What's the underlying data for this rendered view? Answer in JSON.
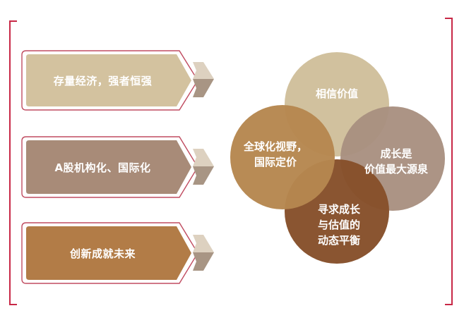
{
  "panels": [
    {
      "label": "存量经济，强者恒强",
      "color": "#d3c29f"
    },
    {
      "label": "A股机构化、国际化",
      "color": "#a88b78"
    },
    {
      "label": "创新成就未来",
      "color": "#b27c47"
    }
  ],
  "circles": [
    {
      "label": "相信价值",
      "color": "#cfbf9b"
    },
    {
      "label": "成长是\n价值最大源泉",
      "color": "#a99080"
    },
    {
      "label": "寻求成长\n与估值的\n动态平衡",
      "color": "#86502a"
    },
    {
      "label": "全球化视野，\n国际定价",
      "color": "#b68750"
    }
  ],
  "colors": {
    "frame": "#c82846",
    "panel_border": "#c04c60",
    "chevron_light": "#ddd1c0",
    "chevron_dark": "#a89584"
  }
}
